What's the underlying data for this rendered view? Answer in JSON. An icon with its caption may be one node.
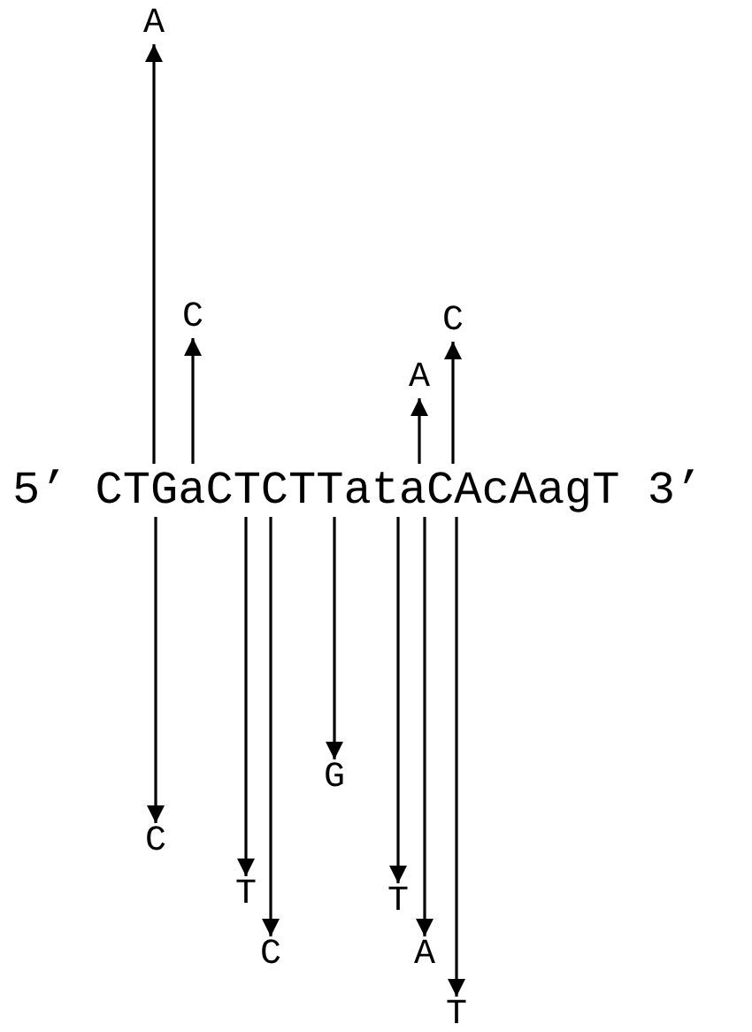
{
  "diagram": {
    "nodes": [
      {
        "text": [
          "A"
        ]
      },
      {
        "text": [
          "C"
        ]
      },
      {
        "text": [
          "C"
        ]
      },
      {
        "text": [
          "A"
        ]
      },
      {
        "text": [
          "5’ CTGaCTCTTataCAcAagT 3’"
        ]
      },
      {
        "text": [
          "G"
        ]
      },
      {
        "text": [
          "C"
        ]
      },
      {
        "text": [
          "T"
        ]
      },
      {
        "text": [
          "T"
        ]
      },
      {
        "text": [
          "C"
        ]
      },
      {
        "text": [
          "A"
        ]
      },
      {
        "text": [
          "T"
        ]
      }
    ],
    "edges": [
      {
        "from": 4,
        "to": 0,
        "arrow": "to"
      },
      {
        "from": 4,
        "to": 1,
        "arrow": "to"
      },
      {
        "from": 4,
        "to": 3,
        "arrow": "to"
      },
      {
        "from": 4,
        "to": 2,
        "arrow": "to"
      },
      {
        "from": 4,
        "to": 6,
        "arrow": "to"
      },
      {
        "from": 4,
        "to": 7,
        "arrow": "to"
      },
      {
        "from": 4,
        "to": 9,
        "arrow": "to"
      },
      {
        "from": 4,
        "to": 5,
        "arrow": "to"
      },
      {
        "from": 4,
        "to": 8,
        "arrow": "to"
      },
      {
        "from": 4,
        "to": 10,
        "arrow": "to"
      },
      {
        "from": 4,
        "to": 11,
        "arrow": "to"
      }
    ]
  }
}
